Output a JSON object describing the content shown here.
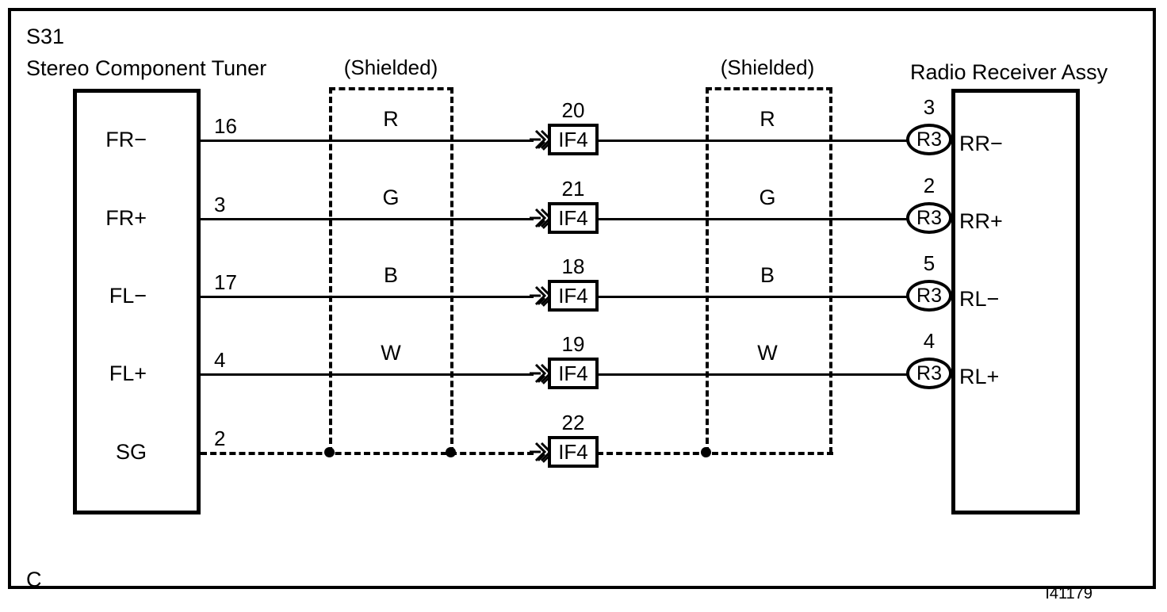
{
  "diagram": {
    "left_component": {
      "code": "S31",
      "name": "Stereo Component Tuner"
    },
    "right_component": {
      "name": "Radio Receiver Assy"
    },
    "shield_labels": [
      "(Shielded)",
      "(Shielded)"
    ],
    "corner_mark": "C",
    "figure_id": "I41179",
    "connector_name": "IF4",
    "ground_name": "R3",
    "rows": [
      {
        "left_terminal": "FR−",
        "left_pin": "16",
        "wire_color_left": "R",
        "connector_pin": "20",
        "connector": "IF4",
        "wire_color_right": "R",
        "right_pin": "3",
        "right_ground": "R3",
        "right_terminal": "RR−",
        "style": "solid"
      },
      {
        "left_terminal": "FR+",
        "left_pin": "3",
        "wire_color_left": "G",
        "connector_pin": "21",
        "connector": "IF4",
        "wire_color_right": "G",
        "right_pin": "2",
        "right_ground": "R3",
        "right_terminal": "RR+",
        "style": "solid"
      },
      {
        "left_terminal": "FL−",
        "left_pin": "17",
        "wire_color_left": "B",
        "connector_pin": "18",
        "connector": "IF4",
        "wire_color_right": "B",
        "right_pin": "5",
        "right_ground": "R3",
        "right_terminal": "RL−",
        "style": "solid"
      },
      {
        "left_terminal": "FL+",
        "left_pin": "4",
        "wire_color_left": "W",
        "connector_pin": "19",
        "connector": "IF4",
        "wire_color_right": "W",
        "right_pin": "4",
        "right_ground": "R3",
        "right_terminal": "RL+",
        "style": "solid"
      },
      {
        "left_terminal": "SG",
        "left_pin": "2",
        "wire_color_left": "",
        "connector_pin": "22",
        "connector": "IF4",
        "wire_color_right": "",
        "right_pin": "",
        "right_ground": "",
        "right_terminal": "",
        "style": "dashed"
      }
    ],
    "colors": {
      "line": "#000000",
      "background": "#ffffff"
    }
  }
}
